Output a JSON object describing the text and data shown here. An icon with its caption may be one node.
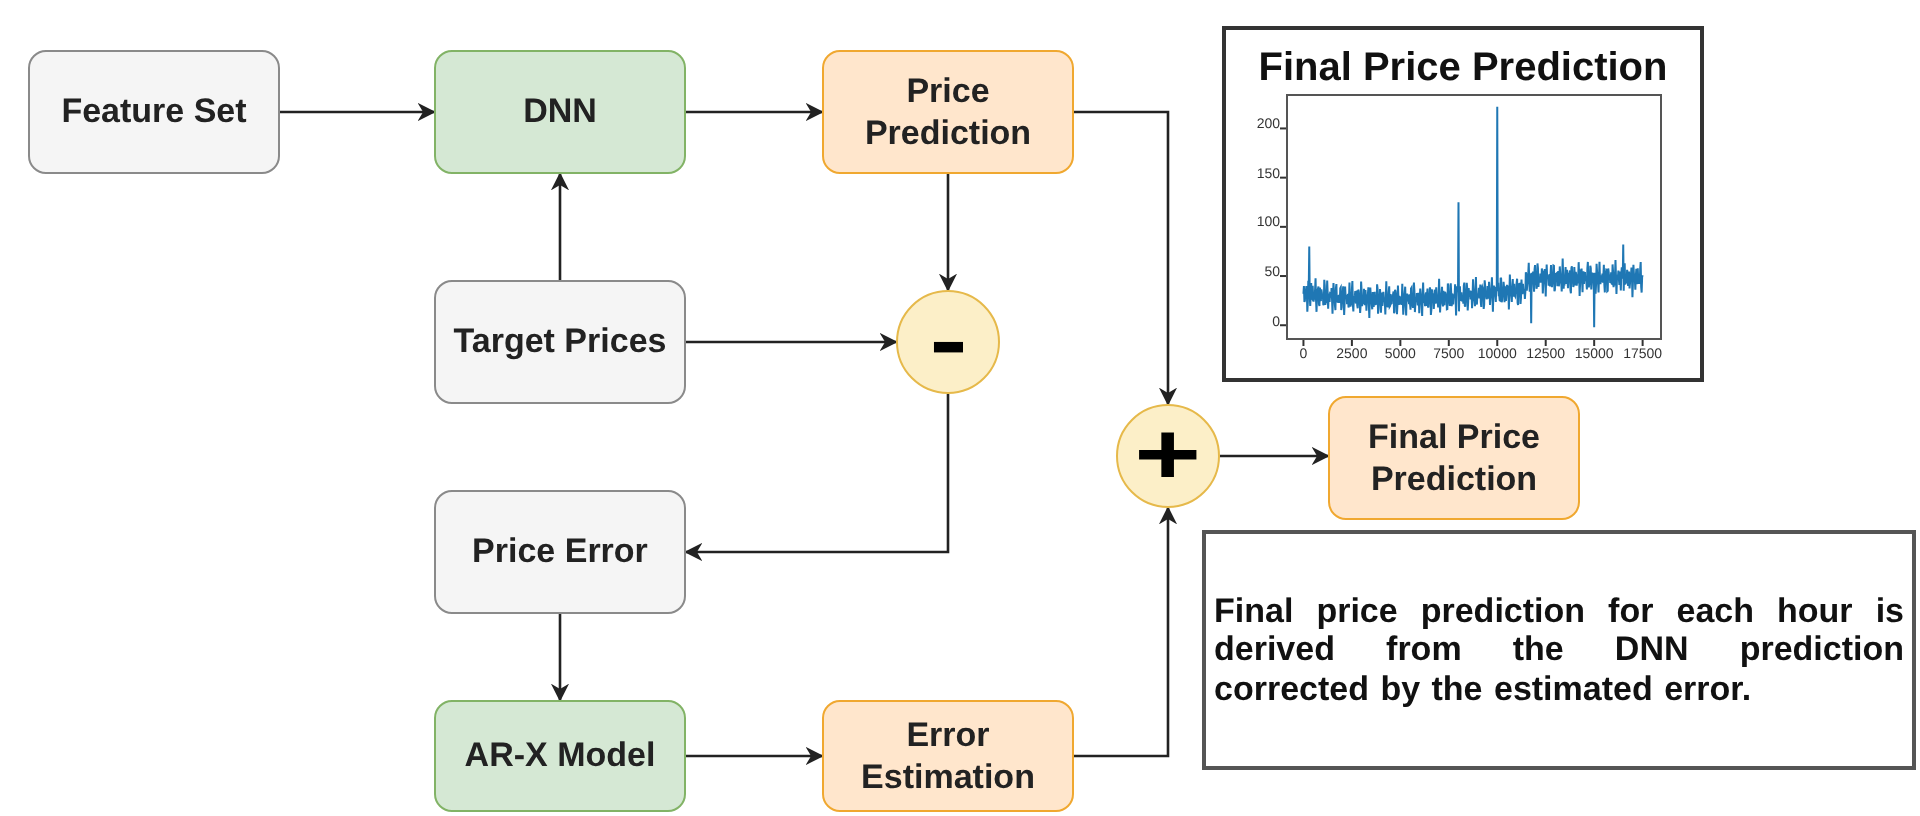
{
  "diagram": {
    "nodes": [
      {
        "text": [
          "Feature Set"
        ]
      },
      {
        "text": [
          "DNN"
        ]
      },
      {
        "text": [
          "Price Prediction"
        ]
      },
      {
        "text": [
          "Target Prices"
        ]
      },
      {
        "text": [
          "-"
        ]
      },
      {
        "text": [
          "Price Error"
        ]
      },
      {
        "text": [
          "AR-X Model"
        ]
      },
      {
        "text": [
          "Error Estimation"
        ]
      },
      {
        "text": [
          "+"
        ]
      },
      {
        "text": [
          "Final Price Prediction"
        ]
      },
      {
        "text": [
          "Final Price Prediction"
        ]
      },
      {
        "text": [
          "Final price prediction for each hour is derived from the DNN prediction corrected by the estimated error."
        ]
      }
    ],
    "edges": [
      {
        "from": 0,
        "to": 1,
        "arrow": "to"
      },
      {
        "from": 1,
        "to": 2,
        "arrow": "to"
      },
      {
        "from": 3,
        "to": 1,
        "arrow": "to"
      },
      {
        "from": 2,
        "to": 4,
        "arrow": "to"
      },
      {
        "from": 3,
        "to": 4,
        "arrow": "to"
      },
      {
        "from": 4,
        "to": 5,
        "arrow": "to"
      },
      {
        "from": 5,
        "to": 6,
        "arrow": "to"
      },
      {
        "from": 6,
        "to": 7,
        "arrow": "to"
      },
      {
        "from": 2,
        "to": 8,
        "arrow": "to"
      },
      {
        "from": 7,
        "to": 8,
        "arrow": "to"
      },
      {
        "from": 8,
        "to": 9,
        "arrow": "to"
      }
    ],
    "labels": [
      "200",
      "150",
      "100",
      "50",
      "0",
      "0",
      "2500",
      "5000",
      "7500",
      "10000",
      "12500",
      "15000",
      "17500"
    ]
  }
}
